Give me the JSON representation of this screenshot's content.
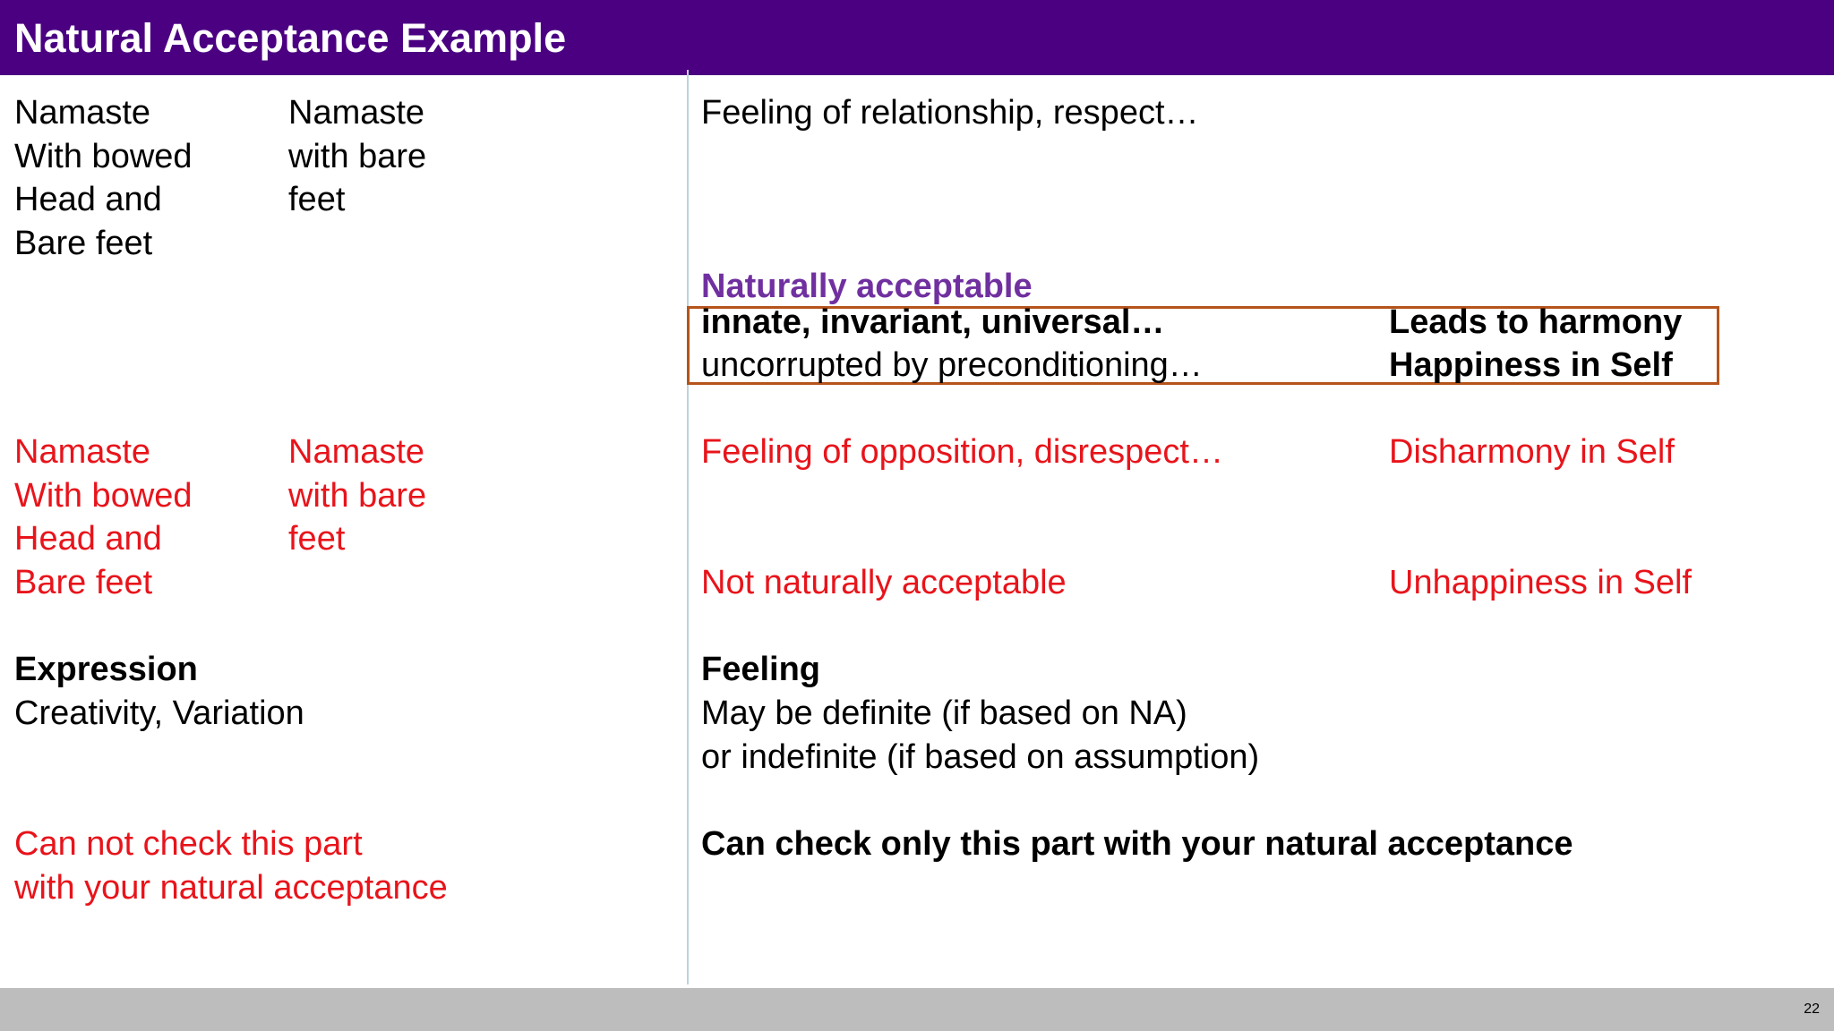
{
  "title": "Natural Acceptance Example",
  "colors": {
    "title_bar": "#4b0082",
    "red_text": "#e8141b",
    "purple_text": "#7030a0",
    "box_border": "#b5541b",
    "footer": "#bdbdbd"
  },
  "rows": {
    "accepted": {
      "col1": [
        "Namaste",
        "With bowed",
        "Head and",
        "Bare feet"
      ],
      "col2": [
        "Namaste",
        "with bare",
        "feet"
      ],
      "feeling": "Feeling of relationship, respect…",
      "heading": "Naturally acceptable",
      "innate": "innate, invariant, universal…",
      "uncorrupted": "uncorrupted by preconditioning…",
      "harmony": "Leads to harmony",
      "happiness": "Happiness in Self"
    },
    "rejected": {
      "col1": [
        "Namaste",
        "With bowed",
        "Head and",
        "Bare feet"
      ],
      "col2": [
        "Namaste",
        "with bare",
        "feet"
      ],
      "feeling": "Feeling of opposition, disrespect…",
      "disharmony": "Disharmony in Self",
      "not_acceptable": "Not naturally acceptable",
      "unhappiness": "Unhappiness in Self"
    }
  },
  "expression": {
    "heading": "Expression",
    "text": "Creativity, Variation",
    "note": [
      "Can not check this part",
      "with your natural acceptance"
    ]
  },
  "feeling": {
    "heading": "Feeling",
    "lines": [
      "May be definite (if based on NA)",
      "or indefinite (if based on assumption)"
    ],
    "note": "Can check only this part with your natural acceptance"
  },
  "page_number": "22"
}
